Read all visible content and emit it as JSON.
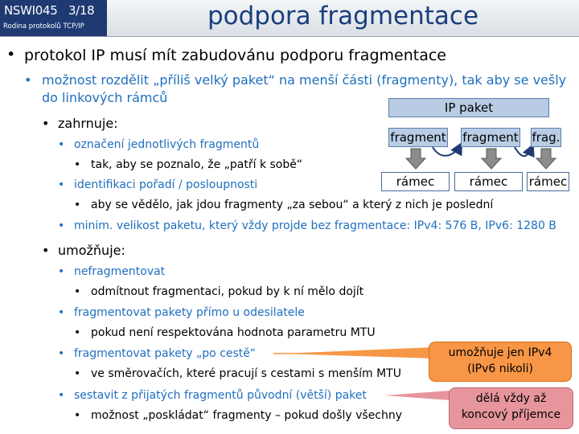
{
  "header": {
    "course": "NSWI045",
    "page": "3/18",
    "subtitle": "Rodina protokolů TCP/IP",
    "title": "podpora fragmentace"
  },
  "outline": [
    {
      "level": 1,
      "text": "protokol IP musí mít zabudovánu podporu fragmentace"
    },
    {
      "level": 2,
      "text": "možnost rozdělit „příliš velký paket“ na menší části (fragmenty), tak aby se vešly"
    },
    {
      "level": 2,
      "text": "do linkových rámců",
      "continuation": true
    },
    {
      "level": 3,
      "text": "zahrnuje:"
    },
    {
      "level": 4,
      "text": "označení jednotlivých fragmentů"
    },
    {
      "level": 5,
      "text": "tak, aby se poznalo, že „patří k sobě“"
    },
    {
      "level": 4,
      "text": "identifikaci pořadí / posloupnosti"
    },
    {
      "level": 5,
      "text": "aby se vědělo, jak jdou fragmenty „za sebou“ a který z nich je poslední"
    },
    {
      "level": 4,
      "text": "minim. velikost paketu, který vždy projde bez fragmentace: IPv4: 576 B, IPv6: 1280 B"
    },
    {
      "level": 3,
      "text": "umožňuje:"
    },
    {
      "level": 4,
      "text": "nefragmentovat"
    },
    {
      "level": 5,
      "text": "odmítnout fragmentaci, pokud by k ní mělo dojít"
    },
    {
      "level": 4,
      "text": "fragmentovat pakety přímo u odesilatele"
    },
    {
      "level": 5,
      "text": "pokud není respektována hodnota parametru MTU"
    },
    {
      "level": 4,
      "text": "fragmentovat pakety „po cestě“"
    },
    {
      "level": 5,
      "text": "ve směrovačích, které pracují s cestami s menším MTU"
    },
    {
      "level": 4,
      "text": "sestavit z přijatých fragmentů původní (větší) paket"
    },
    {
      "level": 5,
      "text": "možnost „poskládat“ fragmenty – pokud došly všechny"
    }
  ],
  "diagram": {
    "packet_label": "IP paket",
    "fragments": [
      "fragment",
      "fragment",
      "frag."
    ],
    "frames": [
      "rámec",
      "rámec",
      "rámec"
    ]
  },
  "callouts": [
    {
      "line1": "umožňuje jen IPv4",
      "line2": "(IPv6 nikoli)",
      "color": "#f79646"
    },
    {
      "line1": "dělá vždy až",
      "line2": "koncový příjemce",
      "color": "#e6959c"
    }
  ],
  "colors": {
    "title": "#1a3f7d",
    "header_box": "#1f3a73",
    "sub_bullet": "#1f6fbf",
    "fragment_fill": "#b8cce4"
  }
}
